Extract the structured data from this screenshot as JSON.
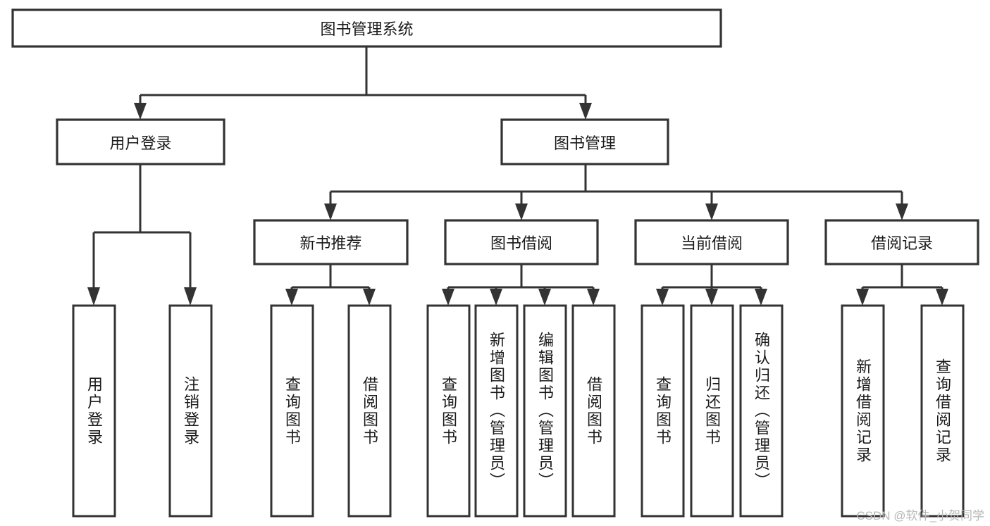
{
  "diagram": {
    "type": "hierarchy-tree",
    "title": "图书管理系统",
    "watermark": "CSDN @软件_小贺同学",
    "colors": {
      "stroke": "#333333",
      "fill": "#ffffff",
      "text": "#1a1a1a",
      "watermark": "#b8b8b8"
    },
    "levels": {
      "root": {
        "label": "图书管理系统"
      },
      "level2": [
        {
          "label": "用户登录"
        },
        {
          "label": "图书管理"
        }
      ],
      "level3": [
        {
          "label": "新书推荐"
        },
        {
          "label": "图书借阅"
        },
        {
          "label": "当前借阅"
        },
        {
          "label": "借阅记录"
        }
      ]
    },
    "leaves": {
      "user_login": [
        {
          "label": "用户登录"
        },
        {
          "label": "注销登录"
        }
      ],
      "new_book_recommend": [
        {
          "label": "查询图书"
        },
        {
          "label": "借阅图书"
        }
      ],
      "book_borrow": [
        {
          "label": "查询图书"
        },
        {
          "label": "新增图书（管理员）"
        },
        {
          "label": "编辑图书（管理员）"
        },
        {
          "label": "借阅图书"
        }
      ],
      "current_borrow": [
        {
          "label": "查询图书"
        },
        {
          "label": "归还图书"
        },
        {
          "label": "确认归还（管理员）"
        }
      ],
      "borrow_record": [
        {
          "label": "新增借阅记录"
        },
        {
          "label": "查询借阅记录"
        }
      ]
    }
  }
}
